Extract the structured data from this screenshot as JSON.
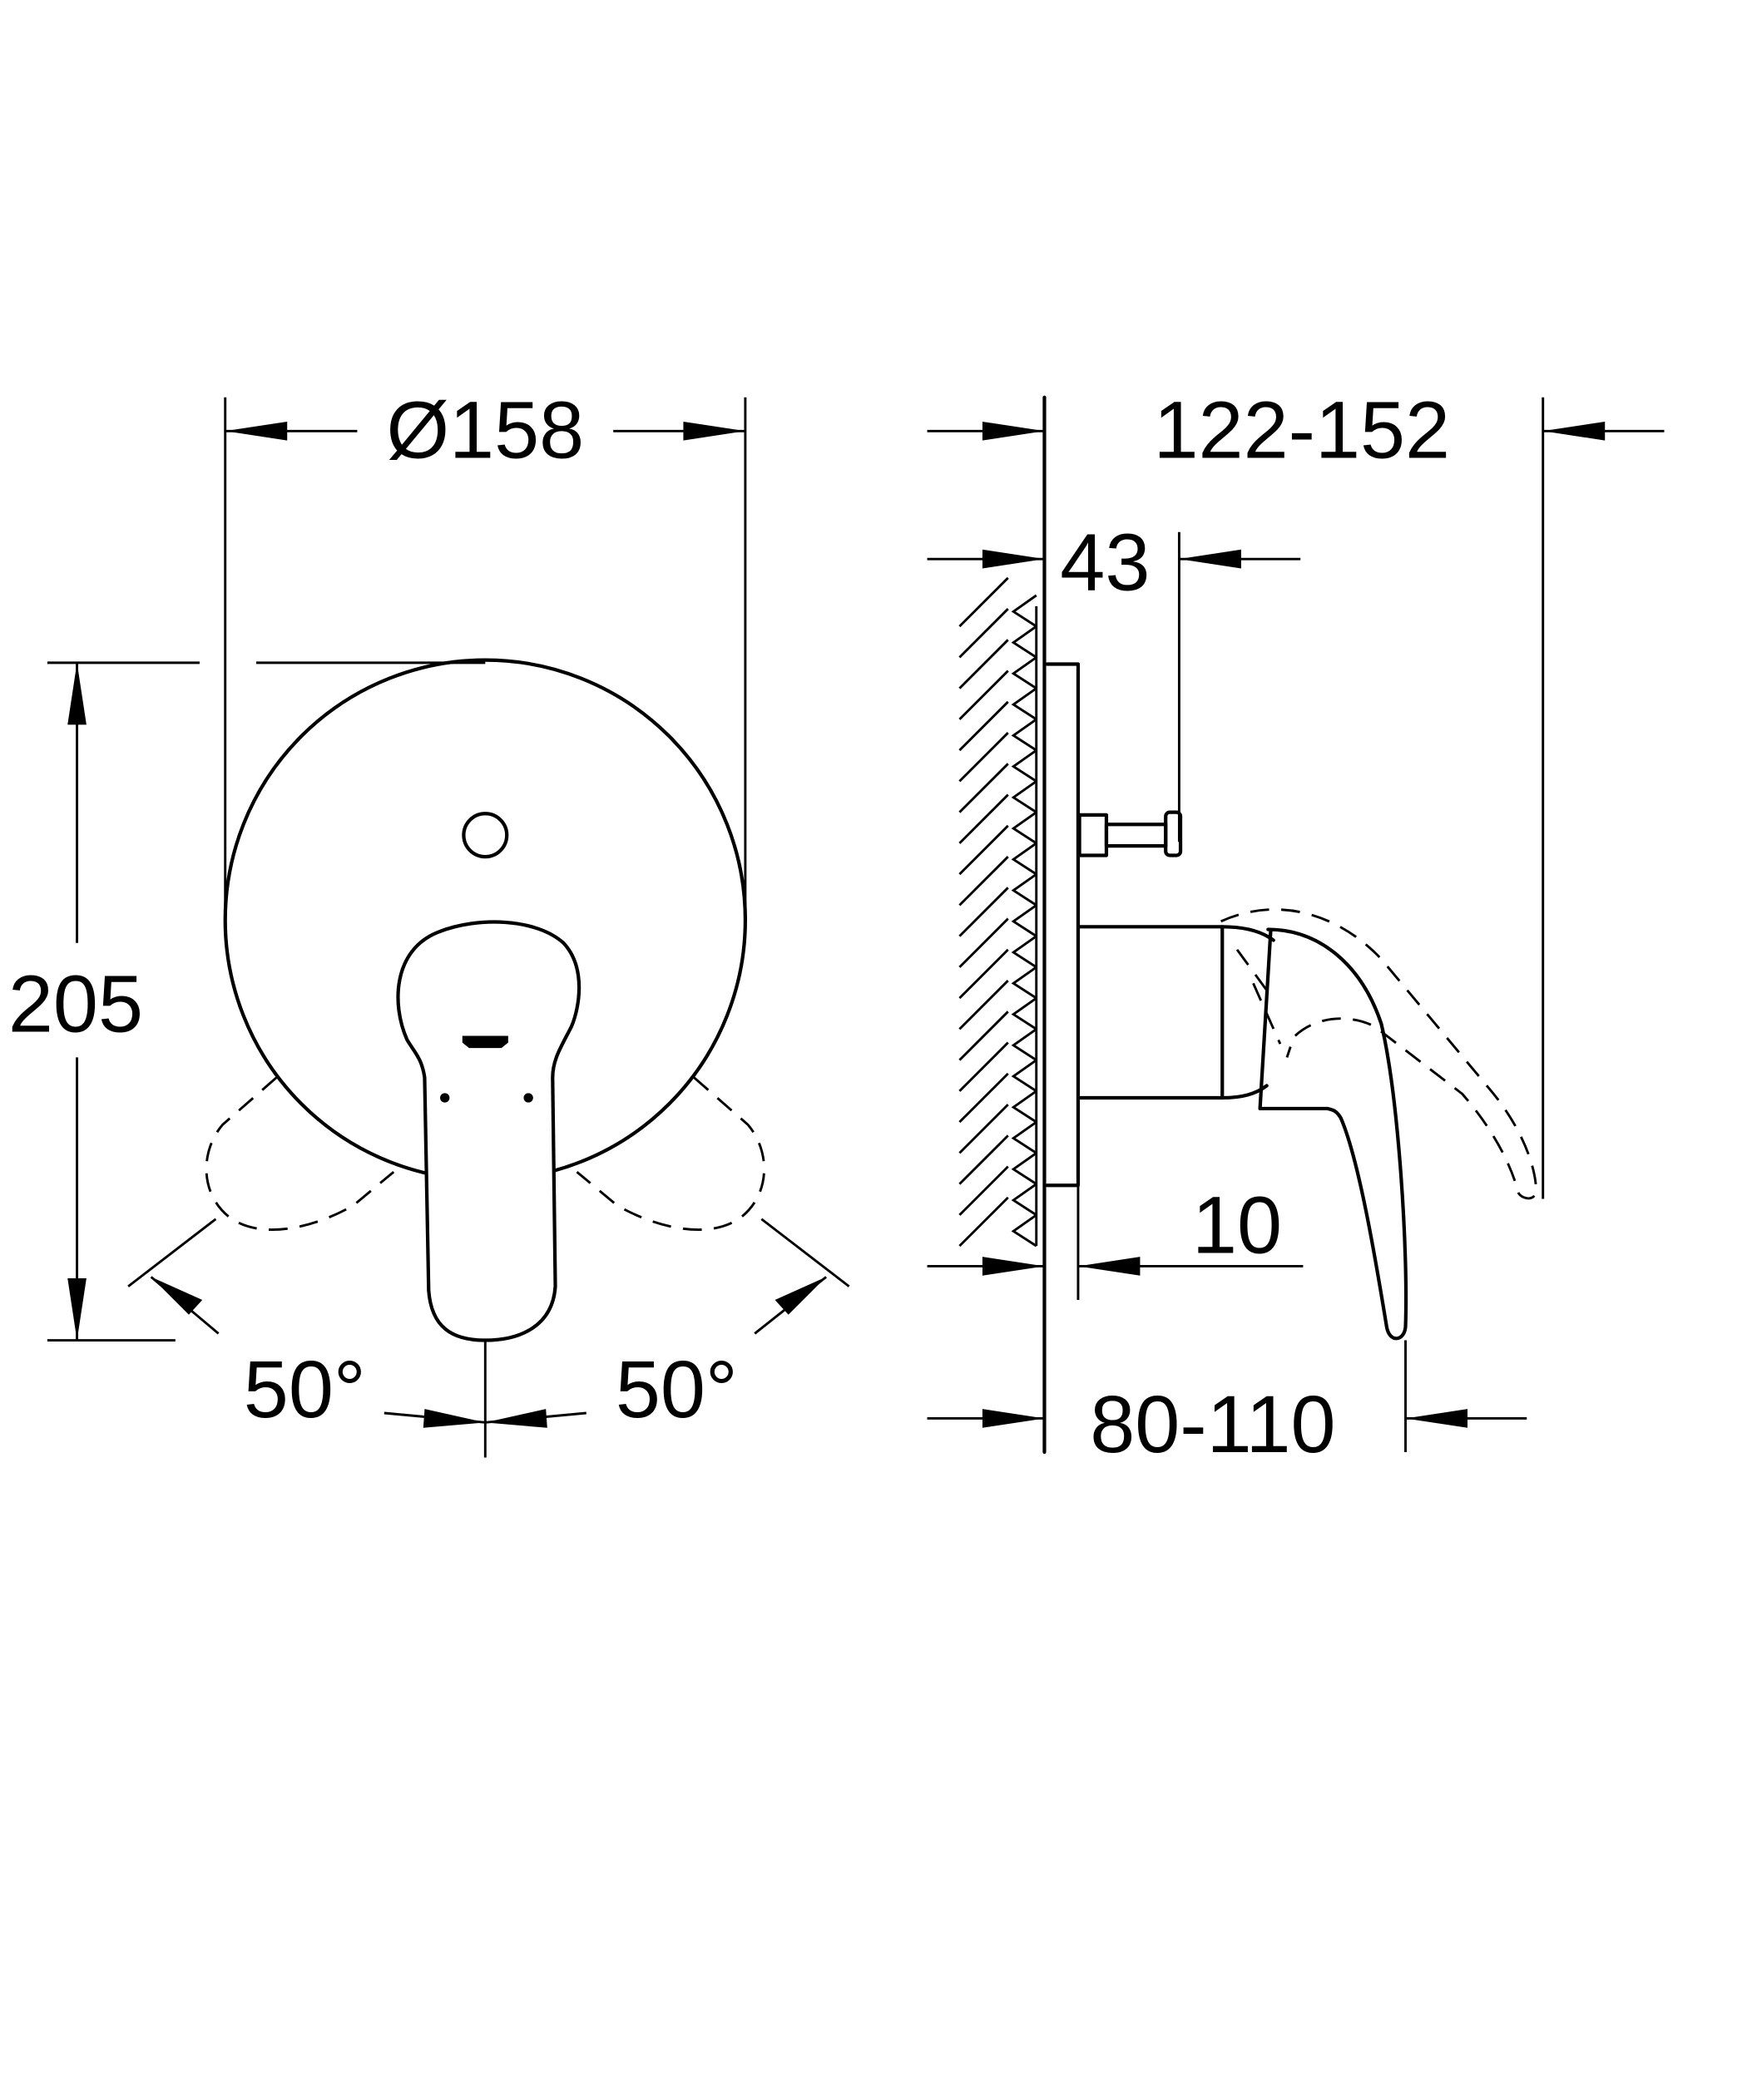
{
  "front_view": {
    "diameter_label": "Ø158",
    "height_label": "205",
    "angle_left_label": "50°",
    "angle_right_label": "50°"
  },
  "side_view": {
    "total_depth_label": "122-152",
    "diverter_depth_label": "43",
    "plate_thickness_label": "10",
    "handle_depth_label": "80-110"
  },
  "colors": {
    "line": "#000000",
    "background": "#ffffff"
  }
}
